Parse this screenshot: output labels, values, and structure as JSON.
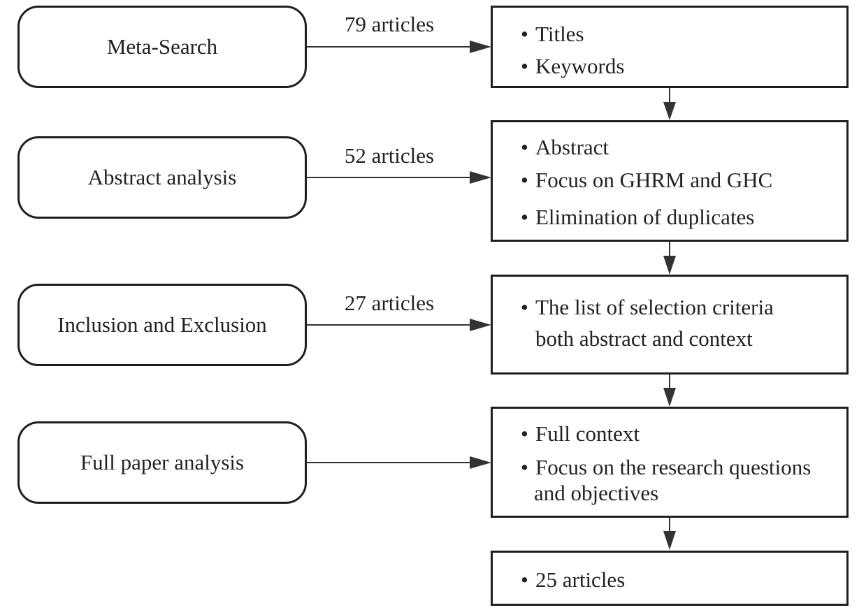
{
  "stages": [
    {
      "label": "Meta-Search"
    },
    {
      "label": "Abstract analysis"
    },
    {
      "label": "Inclusion and Exclusion"
    },
    {
      "label": "Full paper analysis"
    }
  ],
  "counts": [
    "79 articles",
    "52 articles",
    "27 articles"
  ],
  "bullet_char": "•",
  "criteria": [
    {
      "lines": [
        "Titles",
        "Keywords"
      ]
    },
    {
      "lines": [
        "Abstract",
        "Focus on GHRM and GHC",
        "Elimination of duplicates"
      ]
    },
    {
      "lines": [
        "The list of selection criteria",
        "both abstract and context"
      ]
    },
    {
      "lines": [
        "Full context",
        "Focus on the research questions",
        "and objectives"
      ]
    },
    {
      "lines": [
        "25 articles"
      ]
    }
  ],
  "colors": {
    "stroke": "#1f1f1f",
    "text": "#222222",
    "background": "#ffffff"
  }
}
